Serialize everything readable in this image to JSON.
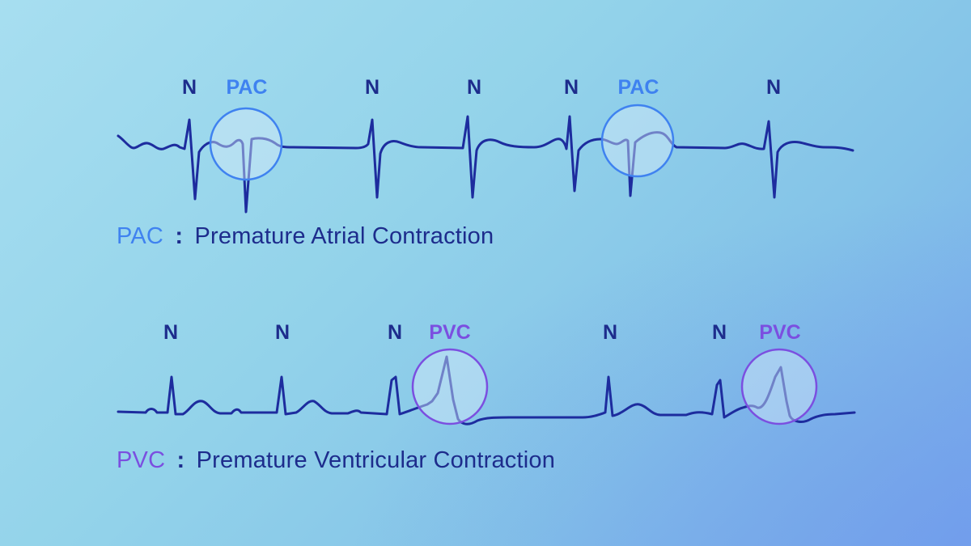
{
  "colors": {
    "trace": "#1d2c9e",
    "normal_label": "#1d2c8c",
    "pac_accent": "#3f82f0",
    "pvc_accent": "#7b4fe0",
    "highlight_fill": "#d6ecfb"
  },
  "pac_row": {
    "beats": [
      "N",
      "PAC",
      "N",
      "N",
      "N",
      "PAC",
      "N"
    ],
    "legend": {
      "abbr": "PAC",
      "separator": ":",
      "description": "Premature Atrial Contraction"
    }
  },
  "pvc_row": {
    "beats": [
      "N",
      "N",
      "N",
      "PVC",
      "N",
      "N",
      "PVC"
    ],
    "legend": {
      "abbr": "PVC",
      "separator": ":",
      "description": "Premature Ventricular Contraction"
    }
  }
}
